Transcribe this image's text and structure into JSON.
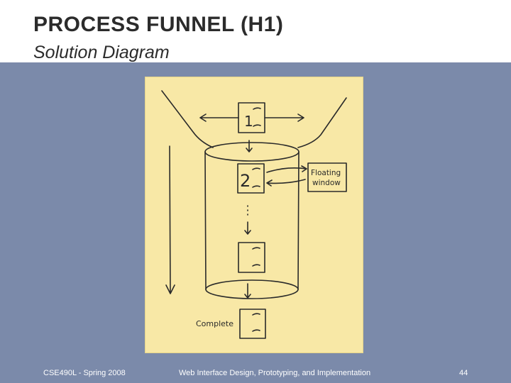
{
  "slide": {
    "title": "PROCESS FUNNEL (H1)",
    "subtitle": "Solution Diagram"
  },
  "diagram": {
    "step_labels": [
      "1",
      "2",
      "",
      ""
    ],
    "floating_label_line1": "Floating",
    "floating_label_line2": "window",
    "complete_label": "Complete"
  },
  "footer": {
    "left": "CSE490L - Spring 2008",
    "center": "Web Interface Design, Prototyping, and Implementation",
    "page_number": "44"
  },
  "colors": {
    "content_background": "#7b8aaa",
    "sketch_paper": "#f8e8a6",
    "ink": "#2a2a2a"
  }
}
